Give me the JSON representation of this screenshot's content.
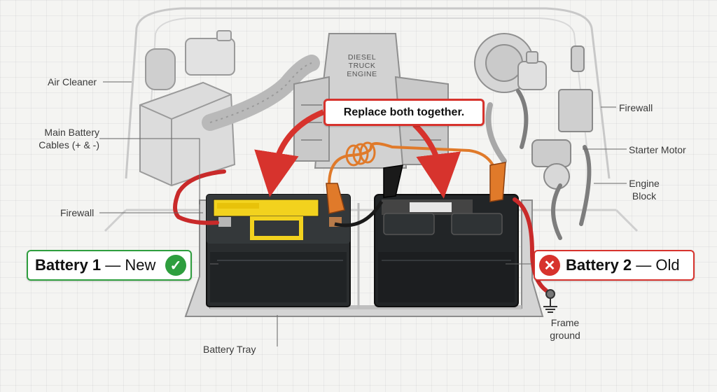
{
  "engine_stamp": [
    "DIESEL",
    "TRUCK",
    "ENGINE"
  ],
  "labels": {
    "air_cleaner": "Air Cleaner",
    "main_cables_1": "Main Battery",
    "main_cables_2": "Cables (+ & -)",
    "firewall_left": "Firewall",
    "firewall_right": "Firewall",
    "starter_motor": "Starter Motor",
    "engine_block_1": "Engine",
    "engine_block_2": "Block",
    "frame_ground_1": "Frame",
    "frame_ground_2": "ground",
    "battery_tray": "Battery Tray"
  },
  "callout": "Replace both together.",
  "battery1": {
    "name": "Battery 1",
    "status": "New",
    "icon": "check-icon",
    "color": "#2e9e3e"
  },
  "battery2": {
    "name": "Battery 2",
    "status": "Old",
    "icon": "x-icon",
    "color": "#d7332d"
  },
  "separator": "—",
  "colors": {
    "accent_red": "#d7332d",
    "accent_green": "#2e9e3e",
    "cable_orange": "#e07a2a",
    "battery_yellow": "#f2d21e"
  }
}
